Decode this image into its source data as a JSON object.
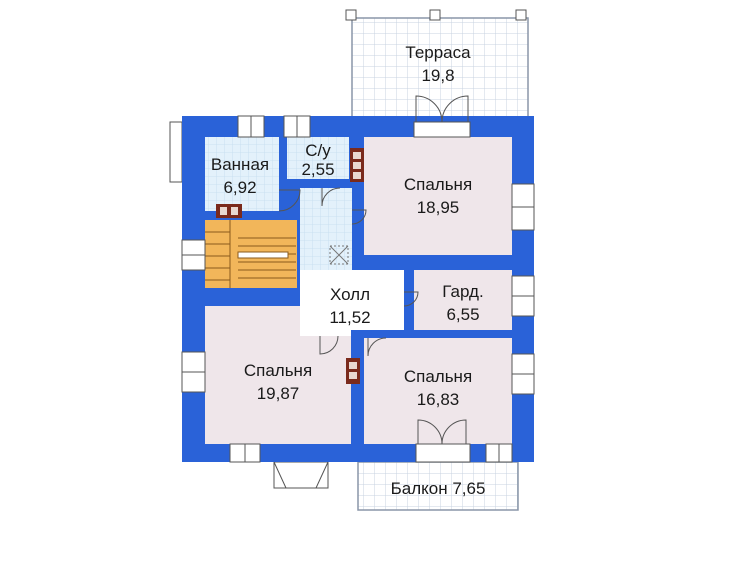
{
  "rooms": {
    "terrace": {
      "name": "Терраса",
      "area": "19,8"
    },
    "bathroom": {
      "name": "Ванная",
      "area": "6,92"
    },
    "wc": {
      "name": "С/у",
      "area": "2,55"
    },
    "bedroom_ne": {
      "name": "Спальня",
      "area": "18,95"
    },
    "hall": {
      "name": "Холл",
      "area": "11,52"
    },
    "wardrobe": {
      "name": "Гард.",
      "area": "6,55"
    },
    "bedroom_sw": {
      "name": "Спальня",
      "area": "19,87"
    },
    "bedroom_se": {
      "name": "Спальня",
      "area": "16,83"
    },
    "balcony": {
      "label": "Балкон 7,65"
    }
  },
  "colors": {
    "wall": "#2a62d8",
    "bedroom_floor": "#efe6ea",
    "wet_floor": "#e3f1fb",
    "hall_floor": "#ffffff",
    "stairs": "#f2b65a",
    "chimney": "#7a2a1c",
    "terrace_grid": "#c9d3e0"
  }
}
